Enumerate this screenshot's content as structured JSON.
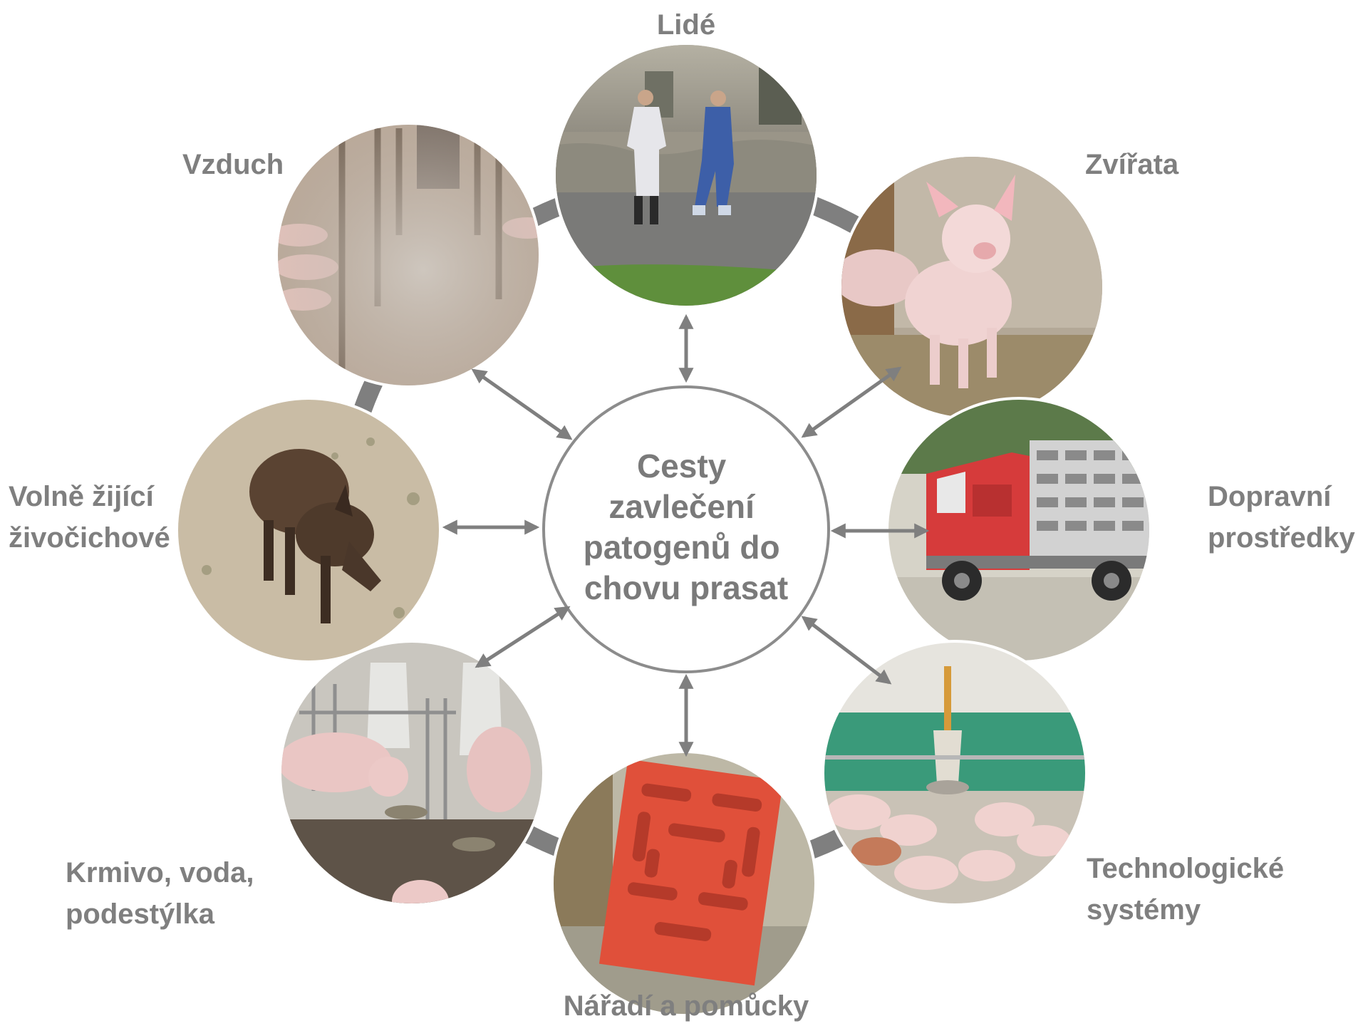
{
  "center": {
    "lines": [
      "Cesty",
      "zavlečení",
      "patogenů do",
      "chovu prasat"
    ]
  },
  "nodes": [
    {
      "id": "people",
      "label_lines": [
        "Lidé"
      ],
      "icon": "people-photo"
    },
    {
      "id": "animals",
      "label_lines": [
        "Zvířata"
      ],
      "icon": "pig-photo"
    },
    {
      "id": "transport",
      "label_lines": [
        "Dopravní",
        "prostředky"
      ],
      "icon": "truck-photo"
    },
    {
      "id": "technology",
      "label_lines": [
        "Technologické",
        "systémy"
      ],
      "icon": "pen-feeder-photo"
    },
    {
      "id": "tools",
      "label_lines": [
        "Nářadí a pomůcky"
      ],
      "icon": "board-photo"
    },
    {
      "id": "feed",
      "label_lines": [
        "Krmivo, voda,",
        "podestýlka"
      ],
      "icon": "feeding-pigs-photo"
    },
    {
      "id": "wildlife",
      "label_lines": [
        "Volně žijící",
        "živočichové"
      ],
      "icon": "wild-boar-photo"
    },
    {
      "id": "air",
      "label_lines": [
        "Vzduch"
      ],
      "icon": "foggy-barn-photo"
    }
  ],
  "colors": {
    "ring": "#7f7f7f",
    "arrow": "#7f7f7f",
    "label": "#7f7f7f",
    "center_border": "#8c8c8c"
  }
}
